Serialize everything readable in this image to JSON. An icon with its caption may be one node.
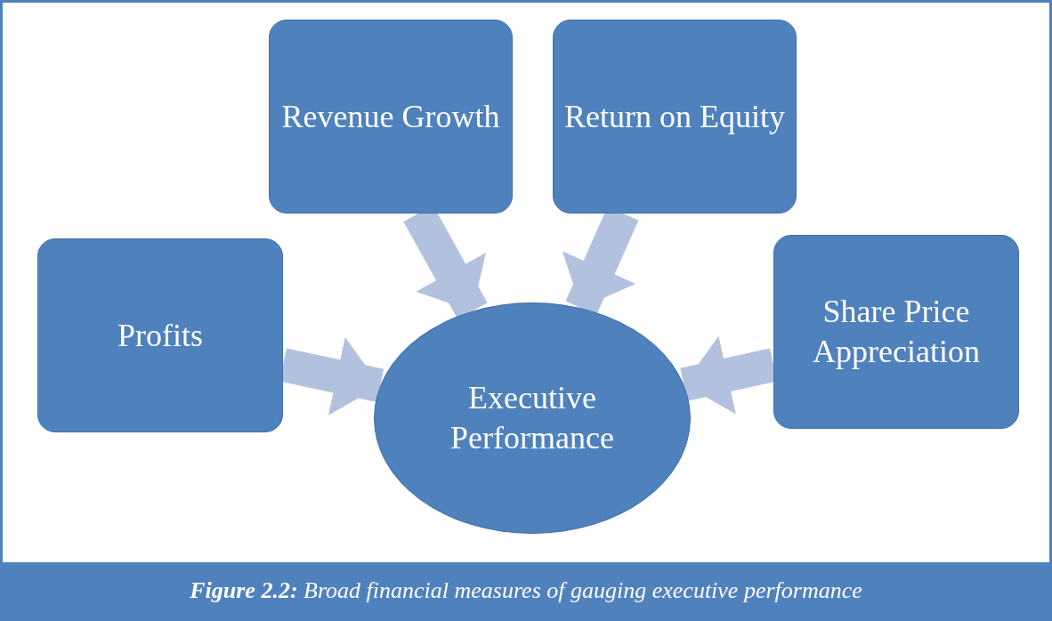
{
  "diagram": {
    "caption": "**Figure 2.2:** Broad financial measures of gauging executive performance",
    "nodes": [
      {
        "text": [
          "Profits"
        ]
      },
      {
        "text": [
          "Revenue Growth"
        ]
      },
      {
        "text": [
          "Return on Equity"
        ]
      },
      {
        "text": [
          "Share Price Appreciation"
        ]
      },
      {
        "text": [
          "Executive Performance"
        ]
      }
    ],
    "edges": [
      {
        "from": 0,
        "to": 4,
        "arrow": "to"
      },
      {
        "from": 1,
        "to": 4,
        "arrow": "to"
      },
      {
        "from": 2,
        "to": 4,
        "arrow": "to"
      },
      {
        "from": 3,
        "to": 4,
        "arrow": "to"
      }
    ]
  }
}
